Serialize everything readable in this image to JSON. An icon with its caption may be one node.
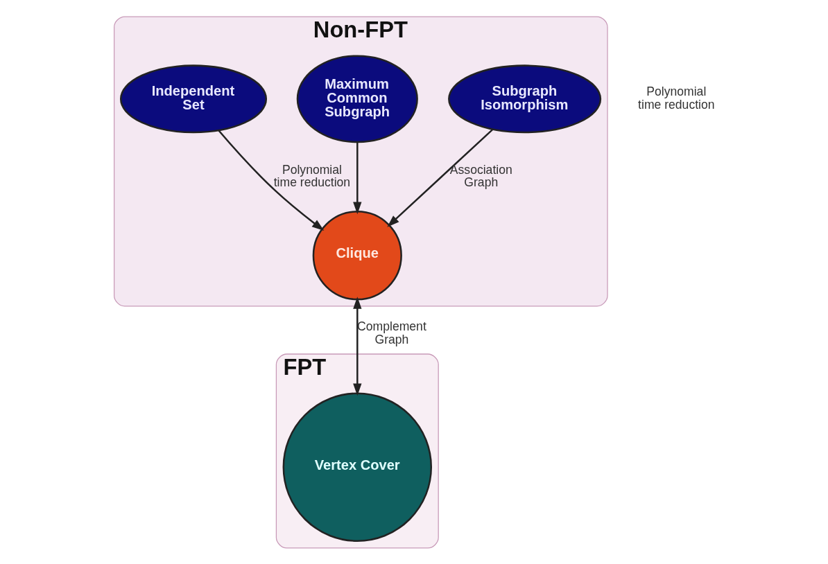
{
  "diagram": {
    "nodes": [
      {
        "text": [
          "Non-FPT"
        ]
      },
      {
        "text": [
          "Subgraph Isomorphism"
        ],
        "in": 0
      },
      {
        "text": [
          "Maximum Common Subgraph"
        ],
        "in": 0
      },
      {
        "text": [
          "Independent Set"
        ],
        "in": 0
      },
      {
        "text": [
          "Clique"
        ],
        "in": 0
      },
      {
        "text": [
          "FPT"
        ]
      },
      {
        "text": [
          "Vertex Cover"
        ],
        "in": 5
      }
    ],
    "edges": [
      {
        "from": 1,
        "to": 4,
        "arrow": "to",
        "label": "Association Graph"
      },
      {
        "from": 2,
        "to": 4,
        "arrow": "to"
      },
      {
        "from": 3,
        "to": 4,
        "arrow": "to",
        "label": "Polynomial time reduction"
      },
      {
        "from": 4,
        "to": 6,
        "arrow": "both",
        "label": "Complement Graph"
      }
    ],
    "labels": [
      "Polynomial time reduction"
    ]
  }
}
